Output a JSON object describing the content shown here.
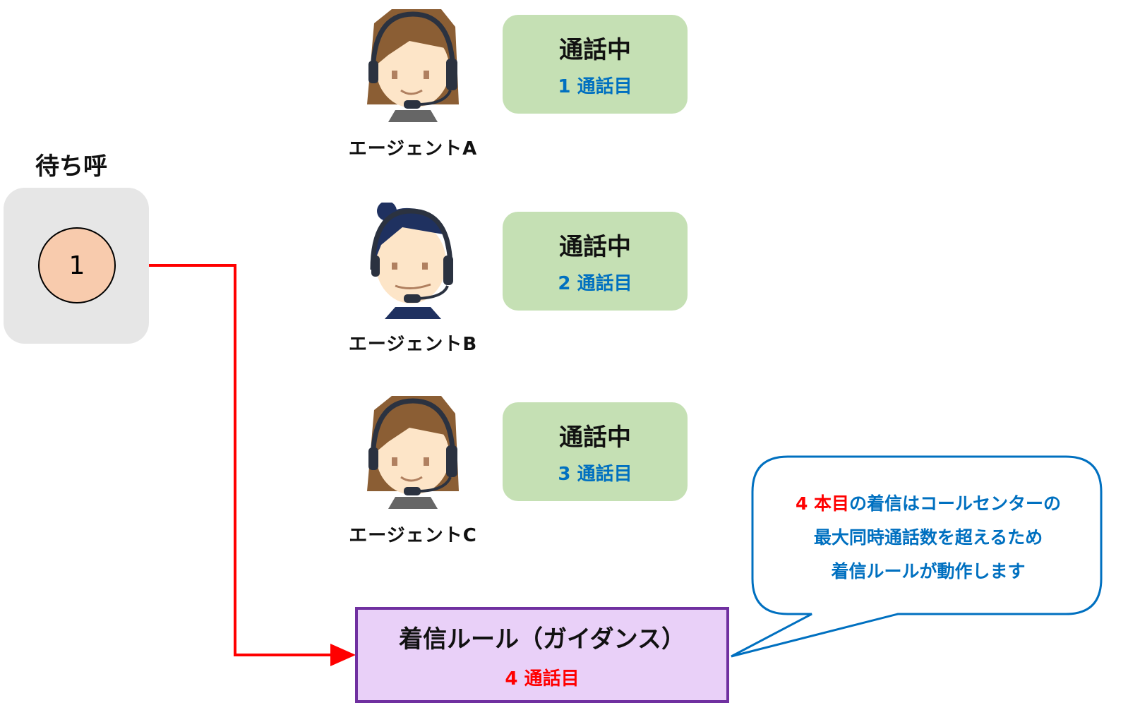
{
  "queue": {
    "title": "待ち呼",
    "count": "1"
  },
  "agents": [
    {
      "label": "エージェントA",
      "status": "通話中",
      "call": "1 通話目"
    },
    {
      "label": "エージェントB",
      "status": "通話中",
      "call": "2 通話目"
    },
    {
      "label": "エージェントC",
      "status": "通話中",
      "call": "3 通話目"
    }
  ],
  "rule": {
    "title": "着信ルール（ガイダンス）",
    "call": "4 通話目"
  },
  "callout": {
    "highlight": "4 本目",
    "line1_rest": "の着信はコールセンターの",
    "line2": "最大同時通話数を超えるため",
    "line3": "着信ルールが動作します"
  },
  "colors": {
    "arrow": "#ff0000",
    "callout": "#0070c0",
    "rule_border": "#7030a0",
    "status_bg": "#c5e0b4"
  }
}
